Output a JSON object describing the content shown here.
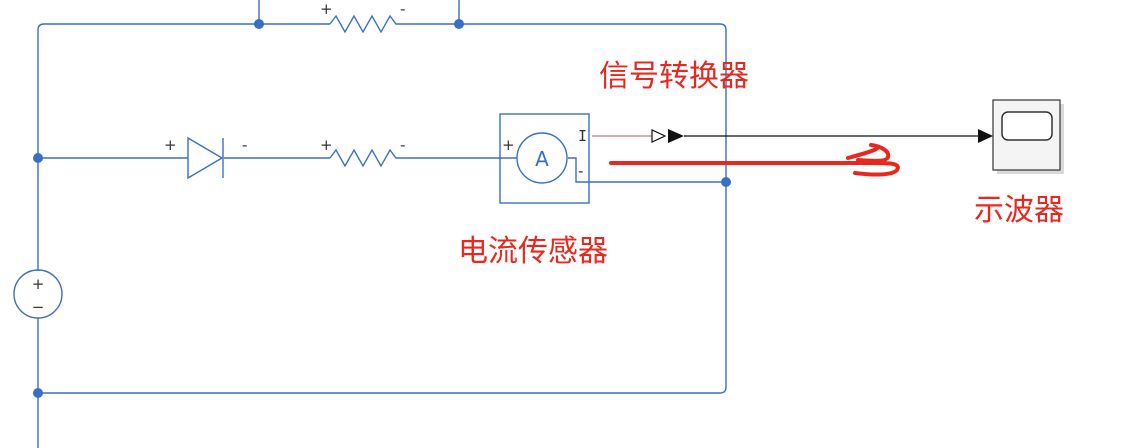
{
  "annotations": {
    "signal_converter": "信号转换器",
    "scope": "示波器",
    "current_sensor": "电流传感器"
  },
  "signs": {
    "plus": "+",
    "minus": "-"
  },
  "sensor": {
    "symbol": "A",
    "port_i": "I"
  },
  "source": {
    "plus": "+",
    "minus": "−"
  },
  "colors": {
    "wire": "#3a6fc9",
    "annotation": "#e8281e",
    "signal": "#111111",
    "converter_link": "#c97a7a"
  }
}
